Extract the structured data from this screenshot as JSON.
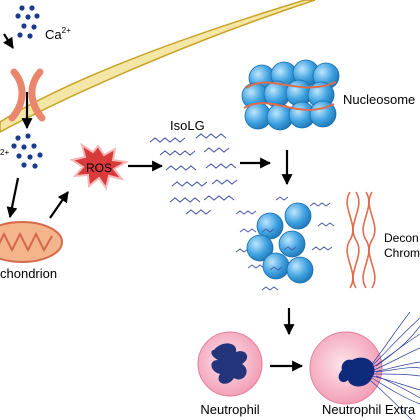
{
  "labels": {
    "ca_top_base": "Ca",
    "ca_top_sup": "2+",
    "ca_left_sup": "2+",
    "ros": "ROS",
    "isolg": "IsoLG",
    "nucleosome": "Nucleosome",
    "mitochondrion": "chondrion",
    "decon_line1": "Decon",
    "decon_line2": "Chrom",
    "neutrophil": "Neutrophil",
    "neutrophil_extra": "Neutrophil Extra"
  },
  "colors": {
    "membrane_fill": "#f3e6a6",
    "membrane_stroke": "#c9a326",
    "channel": "#e9866b",
    "ion": "#1a3a8c",
    "ros_fill": "#d93a3a",
    "ros_burst_edge": "#f7b7b7",
    "chain": "#4c5aa8",
    "bead": "#3ea2e0",
    "bead_edge": "#1c6fae",
    "dna_wrap": "#e06b4f",
    "mito_fill": "#f4b48c",
    "mito_cristae": "#d46a4a",
    "cell_fill": "#f6b6c6",
    "nucleus": "#23347a",
    "net": "#2a3f9e"
  }
}
